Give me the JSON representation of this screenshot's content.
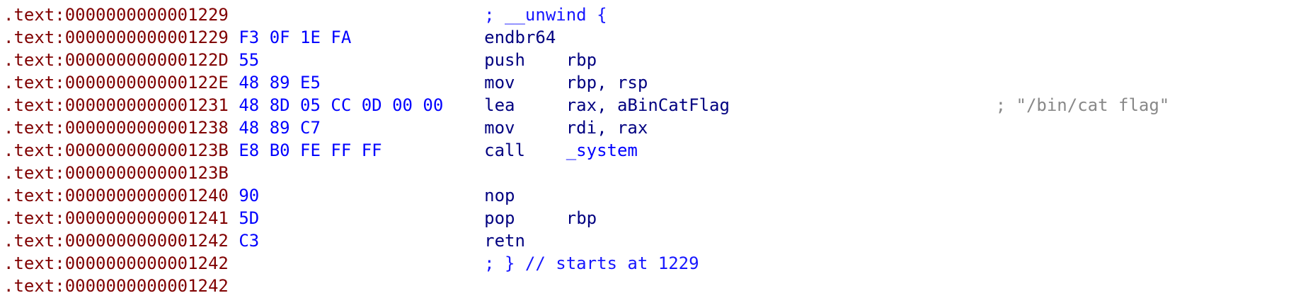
{
  "view": "ida-disassembly-listing",
  "segment_name": ".text",
  "colors": {
    "background": "#ffffff",
    "address": "#800000",
    "bytes": "#0000ff",
    "code": "#000080",
    "name": "#0000ff",
    "comment_string": "#888888",
    "comment_unwind": "#1616ff"
  },
  "columns": {
    "address": 0,
    "bytes": 23,
    "instruction": 47,
    "operands": 55,
    "comment": 97
  },
  "lines": [
    {
      "segments": [
        {
          "kind": "address",
          "col": 0,
          "text": ".text:0000000000001229"
        },
        {
          "kind": "unwind-comment",
          "col": 47,
          "text": "; __unwind {"
        }
      ]
    },
    {
      "segments": [
        {
          "kind": "address",
          "col": 0,
          "text": ".text:0000000000001229"
        },
        {
          "kind": "bytes",
          "col": 23,
          "text": "F3 0F 1E FA"
        },
        {
          "kind": "mnemonic",
          "col": 47,
          "text": "endbr64"
        }
      ]
    },
    {
      "segments": [
        {
          "kind": "address",
          "col": 0,
          "text": ".text:000000000000122D"
        },
        {
          "kind": "bytes",
          "col": 23,
          "text": "55"
        },
        {
          "kind": "mnemonic",
          "col": 47,
          "text": "push"
        },
        {
          "kind": "operands",
          "col": 55,
          "text": "rbp"
        }
      ]
    },
    {
      "segments": [
        {
          "kind": "address",
          "col": 0,
          "text": ".text:000000000000122E"
        },
        {
          "kind": "bytes",
          "col": 23,
          "text": "48 89 E5"
        },
        {
          "kind": "mnemonic",
          "col": 47,
          "text": "mov"
        },
        {
          "kind": "operands",
          "col": 55,
          "text": "rbp, rsp"
        }
      ]
    },
    {
      "segments": [
        {
          "kind": "address",
          "col": 0,
          "text": ".text:0000000000001231"
        },
        {
          "kind": "bytes",
          "col": 23,
          "text": "48 8D 05 CC 0D 00 00"
        },
        {
          "kind": "mnemonic",
          "col": 47,
          "text": "lea"
        },
        {
          "kind": "operands",
          "col": 55,
          "text": "rax, aBinCatFlag"
        },
        {
          "kind": "string-comment",
          "col": 97,
          "text": "; \"/bin/cat flag\""
        }
      ]
    },
    {
      "segments": [
        {
          "kind": "address",
          "col": 0,
          "text": ".text:0000000000001238"
        },
        {
          "kind": "bytes",
          "col": 23,
          "text": "48 89 C7"
        },
        {
          "kind": "mnemonic",
          "col": 47,
          "text": "mov"
        },
        {
          "kind": "operands",
          "col": 55,
          "text": "rdi, rax"
        }
      ]
    },
    {
      "segments": [
        {
          "kind": "address",
          "col": 0,
          "text": ".text:000000000000123B"
        },
        {
          "kind": "bytes",
          "col": 23,
          "text": "E8 B0 FE FF FF"
        },
        {
          "kind": "mnemonic",
          "col": 47,
          "text": "call"
        },
        {
          "kind": "name",
          "col": 55,
          "text": "_system"
        }
      ]
    },
    {
      "segments": [
        {
          "kind": "address",
          "col": 0,
          "text": ".text:000000000000123B"
        }
      ]
    },
    {
      "segments": [
        {
          "kind": "address",
          "col": 0,
          "text": ".text:0000000000001240"
        },
        {
          "kind": "bytes",
          "col": 23,
          "text": "90"
        },
        {
          "kind": "mnemonic",
          "col": 47,
          "text": "nop"
        }
      ]
    },
    {
      "segments": [
        {
          "kind": "address",
          "col": 0,
          "text": ".text:0000000000001241"
        },
        {
          "kind": "bytes",
          "col": 23,
          "text": "5D"
        },
        {
          "kind": "mnemonic",
          "col": 47,
          "text": "pop"
        },
        {
          "kind": "operands",
          "col": 55,
          "text": "rbp"
        }
      ]
    },
    {
      "segments": [
        {
          "kind": "address",
          "col": 0,
          "text": ".text:0000000000001242"
        },
        {
          "kind": "bytes",
          "col": 23,
          "text": "C3"
        },
        {
          "kind": "mnemonic",
          "col": 47,
          "text": "retn"
        }
      ]
    },
    {
      "segments": [
        {
          "kind": "address",
          "col": 0,
          "text": ".text:0000000000001242"
        },
        {
          "kind": "unwind-comment",
          "col": 47,
          "text": "; } // starts at 1229"
        }
      ]
    },
    {
      "segments": [
        {
          "kind": "address",
          "col": 0,
          "text": ".text:0000000000001242"
        }
      ]
    }
  ]
}
